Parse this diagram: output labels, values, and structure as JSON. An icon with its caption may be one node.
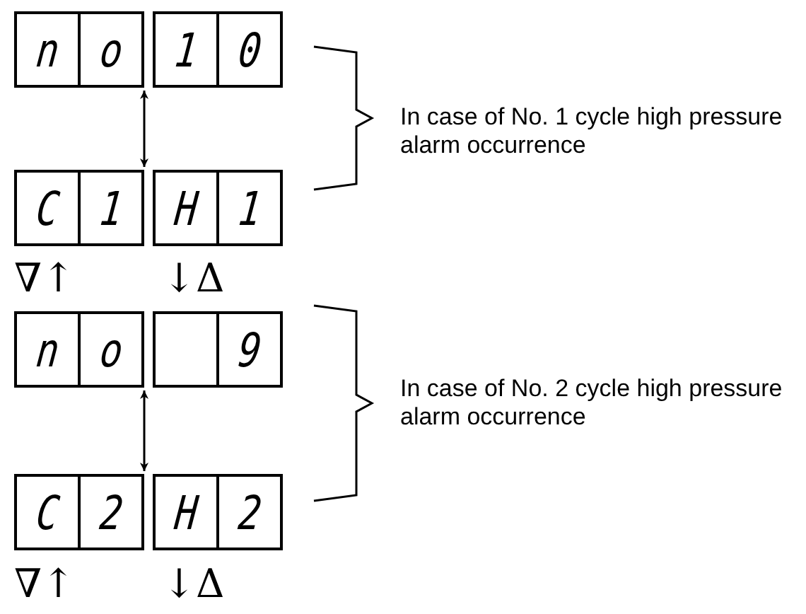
{
  "diagram": {
    "nodes": [
      {
        "text": [
          "n",
          "o"
        ]
      },
      {
        "text": [
          "1",
          "0"
        ]
      },
      {
        "text": [
          "C",
          "1"
        ]
      },
      {
        "text": [
          "H",
          "1"
        ]
      },
      {
        "text": [
          "n",
          "o"
        ]
      },
      {
        "text": [
          "9"
        ]
      },
      {
        "text": [
          "C",
          "2"
        ]
      },
      {
        "text": [
          "H",
          "2"
        ]
      }
    ],
    "edges": [
      {
        "from": 0,
        "to": 2,
        "arrow": "both"
      },
      {
        "from": 4,
        "to": 6,
        "arrow": "both"
      }
    ],
    "labels": [
      "In case of No. 1 cycle high pressure alarm occurrence",
      "∇↑",
      "↓Δ",
      "In case of No. 2 cycle high pressure alarm occurrence",
      "∇↑",
      "↓Δ"
    ]
  }
}
